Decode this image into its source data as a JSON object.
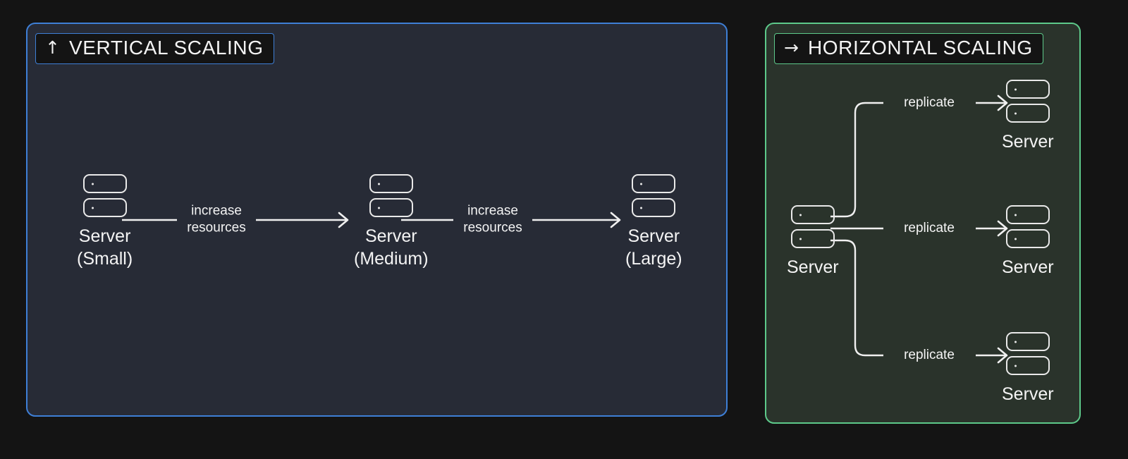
{
  "page": {
    "background": "#141414"
  },
  "panels": [
    {
      "id": "vertical",
      "badge_glyph": "↑",
      "badge_glyph_name": "arrow-up-icon",
      "title": "VERTICAL SCALING",
      "accent": "#3e7fd6",
      "background": "#272b36",
      "nodes": [
        {
          "id": "small",
          "label": "Server\n(Small)"
        },
        {
          "id": "medium",
          "label": "Server\n(Medium)"
        },
        {
          "id": "large",
          "label": "Server\n(Large)"
        }
      ],
      "connectors": [
        {
          "id": "small-to-medium",
          "label": "increase\nresources"
        },
        {
          "id": "medium-to-large",
          "label": "increase\nresources"
        }
      ]
    },
    {
      "id": "horizontal",
      "badge_glyph": "→",
      "badge_glyph_name": "arrow-right-icon",
      "title": "HORIZONTAL SCALING",
      "accent": "#5dc98a",
      "background": "#2a332b",
      "nodes": [
        {
          "id": "source",
          "label": "Server"
        },
        {
          "id": "replica-1",
          "label": "Server"
        },
        {
          "id": "replica-2",
          "label": "Server"
        },
        {
          "id": "replica-3",
          "label": "Server"
        }
      ],
      "connectors": [
        {
          "id": "replicate-top",
          "label": "replicate"
        },
        {
          "id": "replicate-middle",
          "label": "replicate"
        },
        {
          "id": "replicate-bottom",
          "label": "replicate"
        }
      ]
    }
  ]
}
